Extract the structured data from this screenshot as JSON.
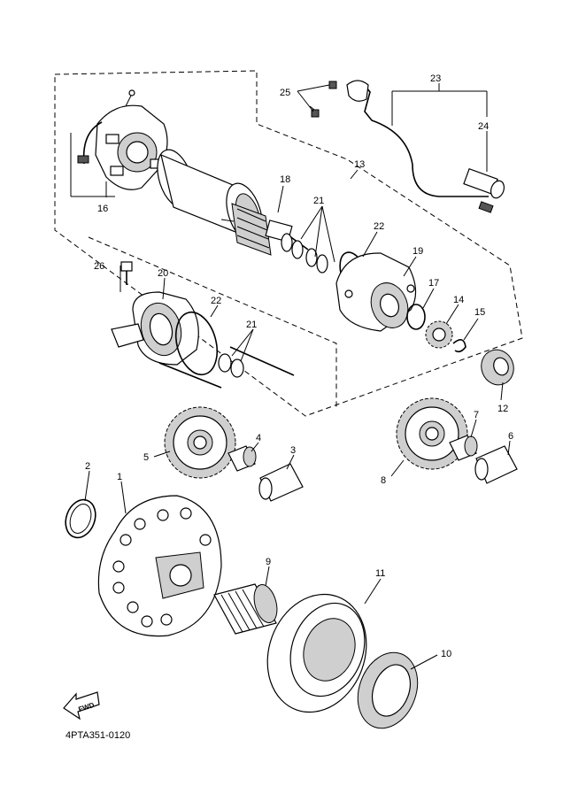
{
  "diagram": {
    "code": "4PTA351-0120",
    "front_marker": "FWD",
    "part_labels": {
      "p1": "1",
      "p2": "2",
      "p3": "3",
      "p4": "4",
      "p5": "5",
      "p6": "6",
      "p7": "7",
      "p8": "8",
      "p9": "9",
      "p10": "10",
      "p11": "11",
      "p12": "12",
      "p13": "13",
      "p14": "14",
      "p15": "15",
      "p16": "16",
      "p17": "17",
      "p18": "18",
      "p19": "19",
      "p20": "20",
      "p21a": "21",
      "p21b": "21",
      "p22a": "22",
      "p22b": "22",
      "p23": "23",
      "p24": "24",
      "p25": "25",
      "p26": "26"
    }
  }
}
